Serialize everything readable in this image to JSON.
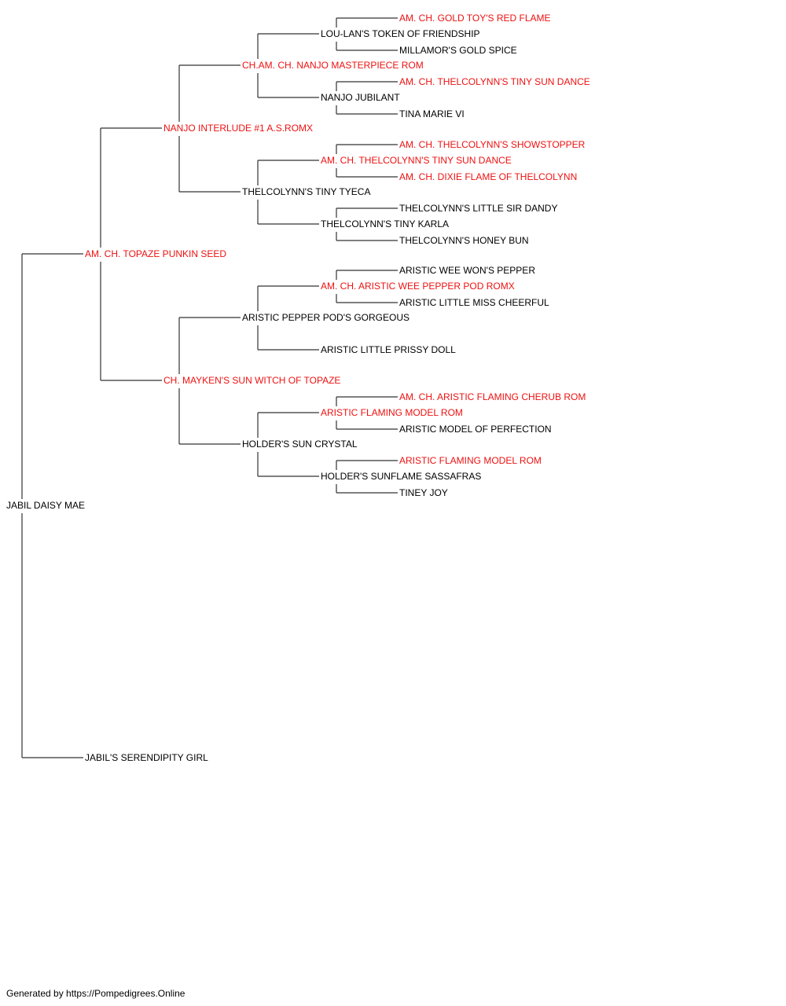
{
  "colors": {
    "champion": "#ee1111",
    "normal": "#000000",
    "line": "#333333"
  },
  "footer": {
    "text": "Generated by https://Pompedigrees.Online"
  },
  "pedigree": {
    "name": "JABIL DAISY MAE",
    "champion": false,
    "sire": {
      "name": "AM. CH. TOPAZE PUNKIN SEED",
      "champion": true,
      "sire": {
        "name": "NANJO INTERLUDE #1 A.S.ROMX",
        "champion": true,
        "sire": {
          "name": "CH.AM. CH. NANJO MASTERPIECE ROM",
          "champion": true,
          "sire": {
            "name": "LOU-LAN'S TOKEN OF FRIENDSHIP",
            "champion": false,
            "sire": {
              "name": "AM. CH. GOLD TOY'S RED FLAME",
              "champion": true
            },
            "dam": {
              "name": "MILLAMOR'S GOLD SPICE",
              "champion": false
            }
          },
          "dam": {
            "name": "NANJO JUBILANT",
            "champion": false,
            "sire": {
              "name": "AM. CH. THELCOLYNN'S TINY SUN DANCE",
              "champion": true
            },
            "dam": {
              "name": "TINA MARIE VI",
              "champion": false
            }
          }
        },
        "dam": {
          "name": "THELCOLYNN'S TINY TYECA",
          "champion": false,
          "sire": {
            "name": "AM. CH. THELCOLYNN'S TINY SUN DANCE",
            "champion": true,
            "sire": {
              "name": "AM. CH. THELCOLYNN'S SHOWSTOPPER",
              "champion": true
            },
            "dam": {
              "name": "AM. CH. DIXIE FLAME OF THELCOLYNN",
              "champion": true
            }
          },
          "dam": {
            "name": "THELCOLYNN'S TINY KARLA",
            "champion": false,
            "sire": {
              "name": "THELCOLYNN'S LITTLE SIR DANDY",
              "champion": false
            },
            "dam": {
              "name": "THELCOLYNN'S HONEY BUN",
              "champion": false
            }
          }
        }
      },
      "dam": {
        "name": "CH. MAYKEN'S SUN WITCH OF TOPAZE",
        "champion": true,
        "sire": {
          "name": "ARISTIC PEPPER POD'S GORGEOUS",
          "champion": false,
          "sire": {
            "name": "AM. CH. ARISTIC WEE PEPPER POD ROMX",
            "champion": true,
            "sire": {
              "name": "ARISTIC WEE WON'S PEPPER",
              "champion": false
            },
            "dam": {
              "name": "ARISTIC LITTLE MISS CHEERFUL",
              "champion": false
            }
          },
          "dam": {
            "name": "ARISTIC LITTLE PRISSY DOLL",
            "champion": false
          }
        },
        "dam": {
          "name": "HOLDER'S SUN CRYSTAL",
          "champion": false,
          "sire": {
            "name": "ARISTIC FLAMING MODEL ROM",
            "champion": true,
            "sire": {
              "name": "AM. CH. ARISTIC FLAMING CHERUB ROM",
              "champion": true
            },
            "dam": {
              "name": "ARISTIC MODEL OF PERFECTION",
              "champion": false
            }
          },
          "dam": {
            "name": "HOLDER'S SUNFLAME SASSAFRAS",
            "champion": false,
            "sire": {
              "name": "ARISTIC FLAMING MODEL ROM",
              "champion": true
            },
            "dam": {
              "name": "TINEY JOY",
              "champion": false
            }
          }
        }
      }
    },
    "dam": {
      "name": "JABIL'S SERENDIPITY GIRL",
      "champion": false
    }
  }
}
